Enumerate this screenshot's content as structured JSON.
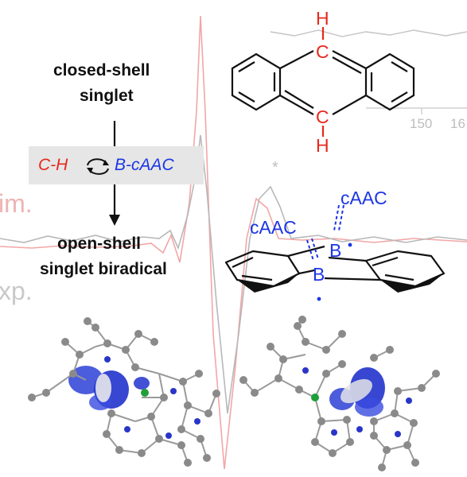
{
  "left_labels": {
    "closed_shell_line1": "closed-shell",
    "closed_shell_line2": "singlet",
    "open_shell_line1": "open-shell",
    "open_shell_line2": "singlet biradical"
  },
  "swap": {
    "left_text": "C-H",
    "right_text": "B-cAAC",
    "left_color": "#e8281d",
    "right_color": "#1b35e6",
    "box_color": "#e6e6e6"
  },
  "top_molecule": {
    "atom_top": "H",
    "atom_top_c": "C",
    "atom_bottom_c": "C",
    "atom_bottom": "H"
  },
  "bottom_molecule": {
    "ligand_left": "cAAC",
    "ligand_right": "cAAC",
    "boron_upper": "B",
    "boron_lower": "B"
  },
  "background_spectrum": {
    "tick_labels": [
      "150",
      "16"
    ],
    "label_sim": "im.",
    "label_exp": "xp.",
    "marker": "*",
    "sim_color": "#f2a6a6",
    "exp_color": "#b8b8b8"
  },
  "colors": {
    "hydrogen_carbon": "#e8281d",
    "boron_ligand": "#1b35e6",
    "bond": "#111111",
    "atom_gray": "#8a8a8a",
    "spin_density": "#2233cc"
  }
}
